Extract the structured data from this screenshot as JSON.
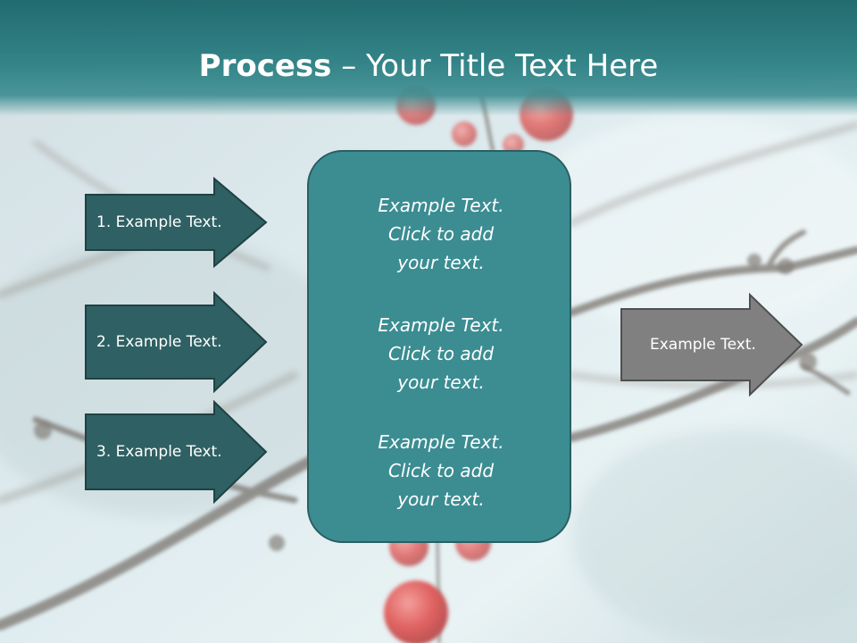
{
  "title": {
    "bold": "Process",
    "dash": " – ",
    "rest": "Your Title Text Here"
  },
  "left_arrows": [
    {
      "label": "1. Example Text."
    },
    {
      "label": "2. Example Text."
    },
    {
      "label": "3. Example Text."
    }
  ],
  "center_box": {
    "blocks": [
      {
        "line1": "Example Text.",
        "line2": "Click  to add",
        "line3": "your text."
      },
      {
        "line1": "Example Text.",
        "line2": "Click  to add",
        "line3": "your text."
      },
      {
        "line1": "Example Text.",
        "line2": "Click  to add",
        "line3": "your text."
      }
    ]
  },
  "right_arrow": {
    "label": "Example Text."
  },
  "colors": {
    "title_band": "#23767a",
    "left_arrow_fill": "#2f6063",
    "center_box_fill": "#3b8d92",
    "right_arrow_fill": "#808080",
    "berry": "#d9413f"
  }
}
